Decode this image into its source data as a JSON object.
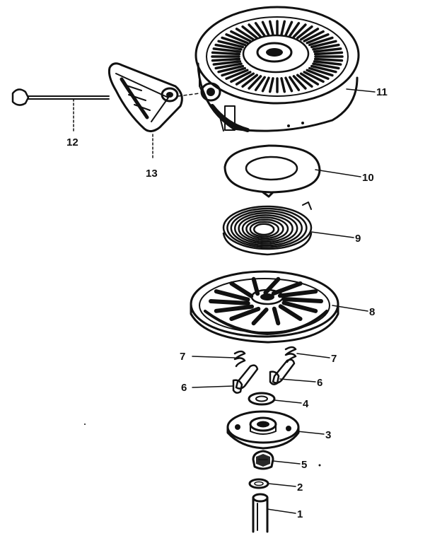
{
  "diagram": {
    "kind": "exploded-parts-diagram",
    "callouts": {
      "p1": "1",
      "p2": "2",
      "p3": "3",
      "p4": "4",
      "p5": "5",
      "p6_left": "6",
      "p6_right": "6",
      "p7_left": "7",
      "p7_right": "7",
      "p8": "8",
      "p9": "9",
      "p10": "10",
      "p11": "11",
      "p12": "12",
      "p13": "13"
    }
  }
}
